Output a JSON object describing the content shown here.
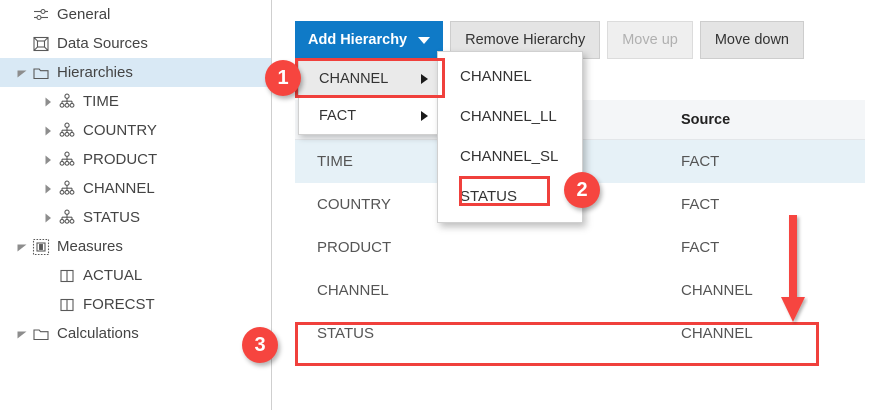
{
  "sidebar": {
    "items": [
      {
        "label": "General",
        "icon": "sliders-icon",
        "indent": 0,
        "twisty": "none",
        "selected": false
      },
      {
        "label": "Data Sources",
        "icon": "datasource-icon",
        "indent": 0,
        "twisty": "none",
        "selected": false
      },
      {
        "label": "Hierarchies",
        "icon": "folder-icon",
        "indent": 0,
        "twisty": "expanded",
        "selected": true
      },
      {
        "label": "TIME",
        "icon": "hierarchy-icon",
        "indent": 1,
        "twisty": "collapsed",
        "selected": false
      },
      {
        "label": "COUNTRY",
        "icon": "hierarchy-icon",
        "indent": 1,
        "twisty": "collapsed",
        "selected": false
      },
      {
        "label": "PRODUCT",
        "icon": "hierarchy-icon",
        "indent": 1,
        "twisty": "collapsed",
        "selected": false
      },
      {
        "label": "CHANNEL",
        "icon": "hierarchy-icon",
        "indent": 1,
        "twisty": "collapsed",
        "selected": false
      },
      {
        "label": "STATUS",
        "icon": "hierarchy-icon",
        "indent": 1,
        "twisty": "collapsed",
        "selected": false
      },
      {
        "label": "Measures",
        "icon": "measures-icon",
        "indent": 0,
        "twisty": "expanded",
        "selected": false
      },
      {
        "label": "ACTUAL",
        "icon": "measure-item-icon",
        "indent": 1,
        "twisty": "none",
        "selected": false
      },
      {
        "label": "FORECST",
        "icon": "measure-item-icon",
        "indent": 1,
        "twisty": "none",
        "selected": false
      },
      {
        "label": "Calculations",
        "icon": "folder-icon",
        "indent": 0,
        "twisty": "expanded",
        "selected": false
      }
    ]
  },
  "toolbar": {
    "add_hierarchy_label": "Add Hierarchy",
    "remove_hierarchy_label": "Remove Hierarchy",
    "move_up_label": "Move up",
    "move_down_label": "Move down"
  },
  "menu": {
    "items": [
      {
        "label": "CHANNEL",
        "has_submenu": true,
        "hovered": true
      },
      {
        "label": "FACT",
        "has_submenu": true,
        "hovered": false
      }
    ]
  },
  "submenu": {
    "items": [
      {
        "label": "CHANNEL"
      },
      {
        "label": "CHANNEL_LL"
      },
      {
        "label": "CHANNEL_SL"
      },
      {
        "label": "STATUS"
      }
    ]
  },
  "table": {
    "headers": {
      "name": "",
      "source": "Source"
    },
    "rows": [
      {
        "name": "TIME",
        "source": "FACT",
        "selected": true
      },
      {
        "name": "COUNTRY",
        "source": "FACT",
        "selected": false
      },
      {
        "name": "PRODUCT",
        "source": "FACT",
        "selected": false
      },
      {
        "name": "CHANNEL",
        "source": "CHANNEL",
        "selected": false
      },
      {
        "name": "STATUS",
        "source": "CHANNEL",
        "selected": false
      }
    ]
  },
  "annotations": {
    "badge1": "1",
    "badge2": "2",
    "badge3": "3",
    "accent_color": "#f6453f",
    "primary_color": "#0f7ac7",
    "selected_row_color": "#e6f1f7"
  }
}
